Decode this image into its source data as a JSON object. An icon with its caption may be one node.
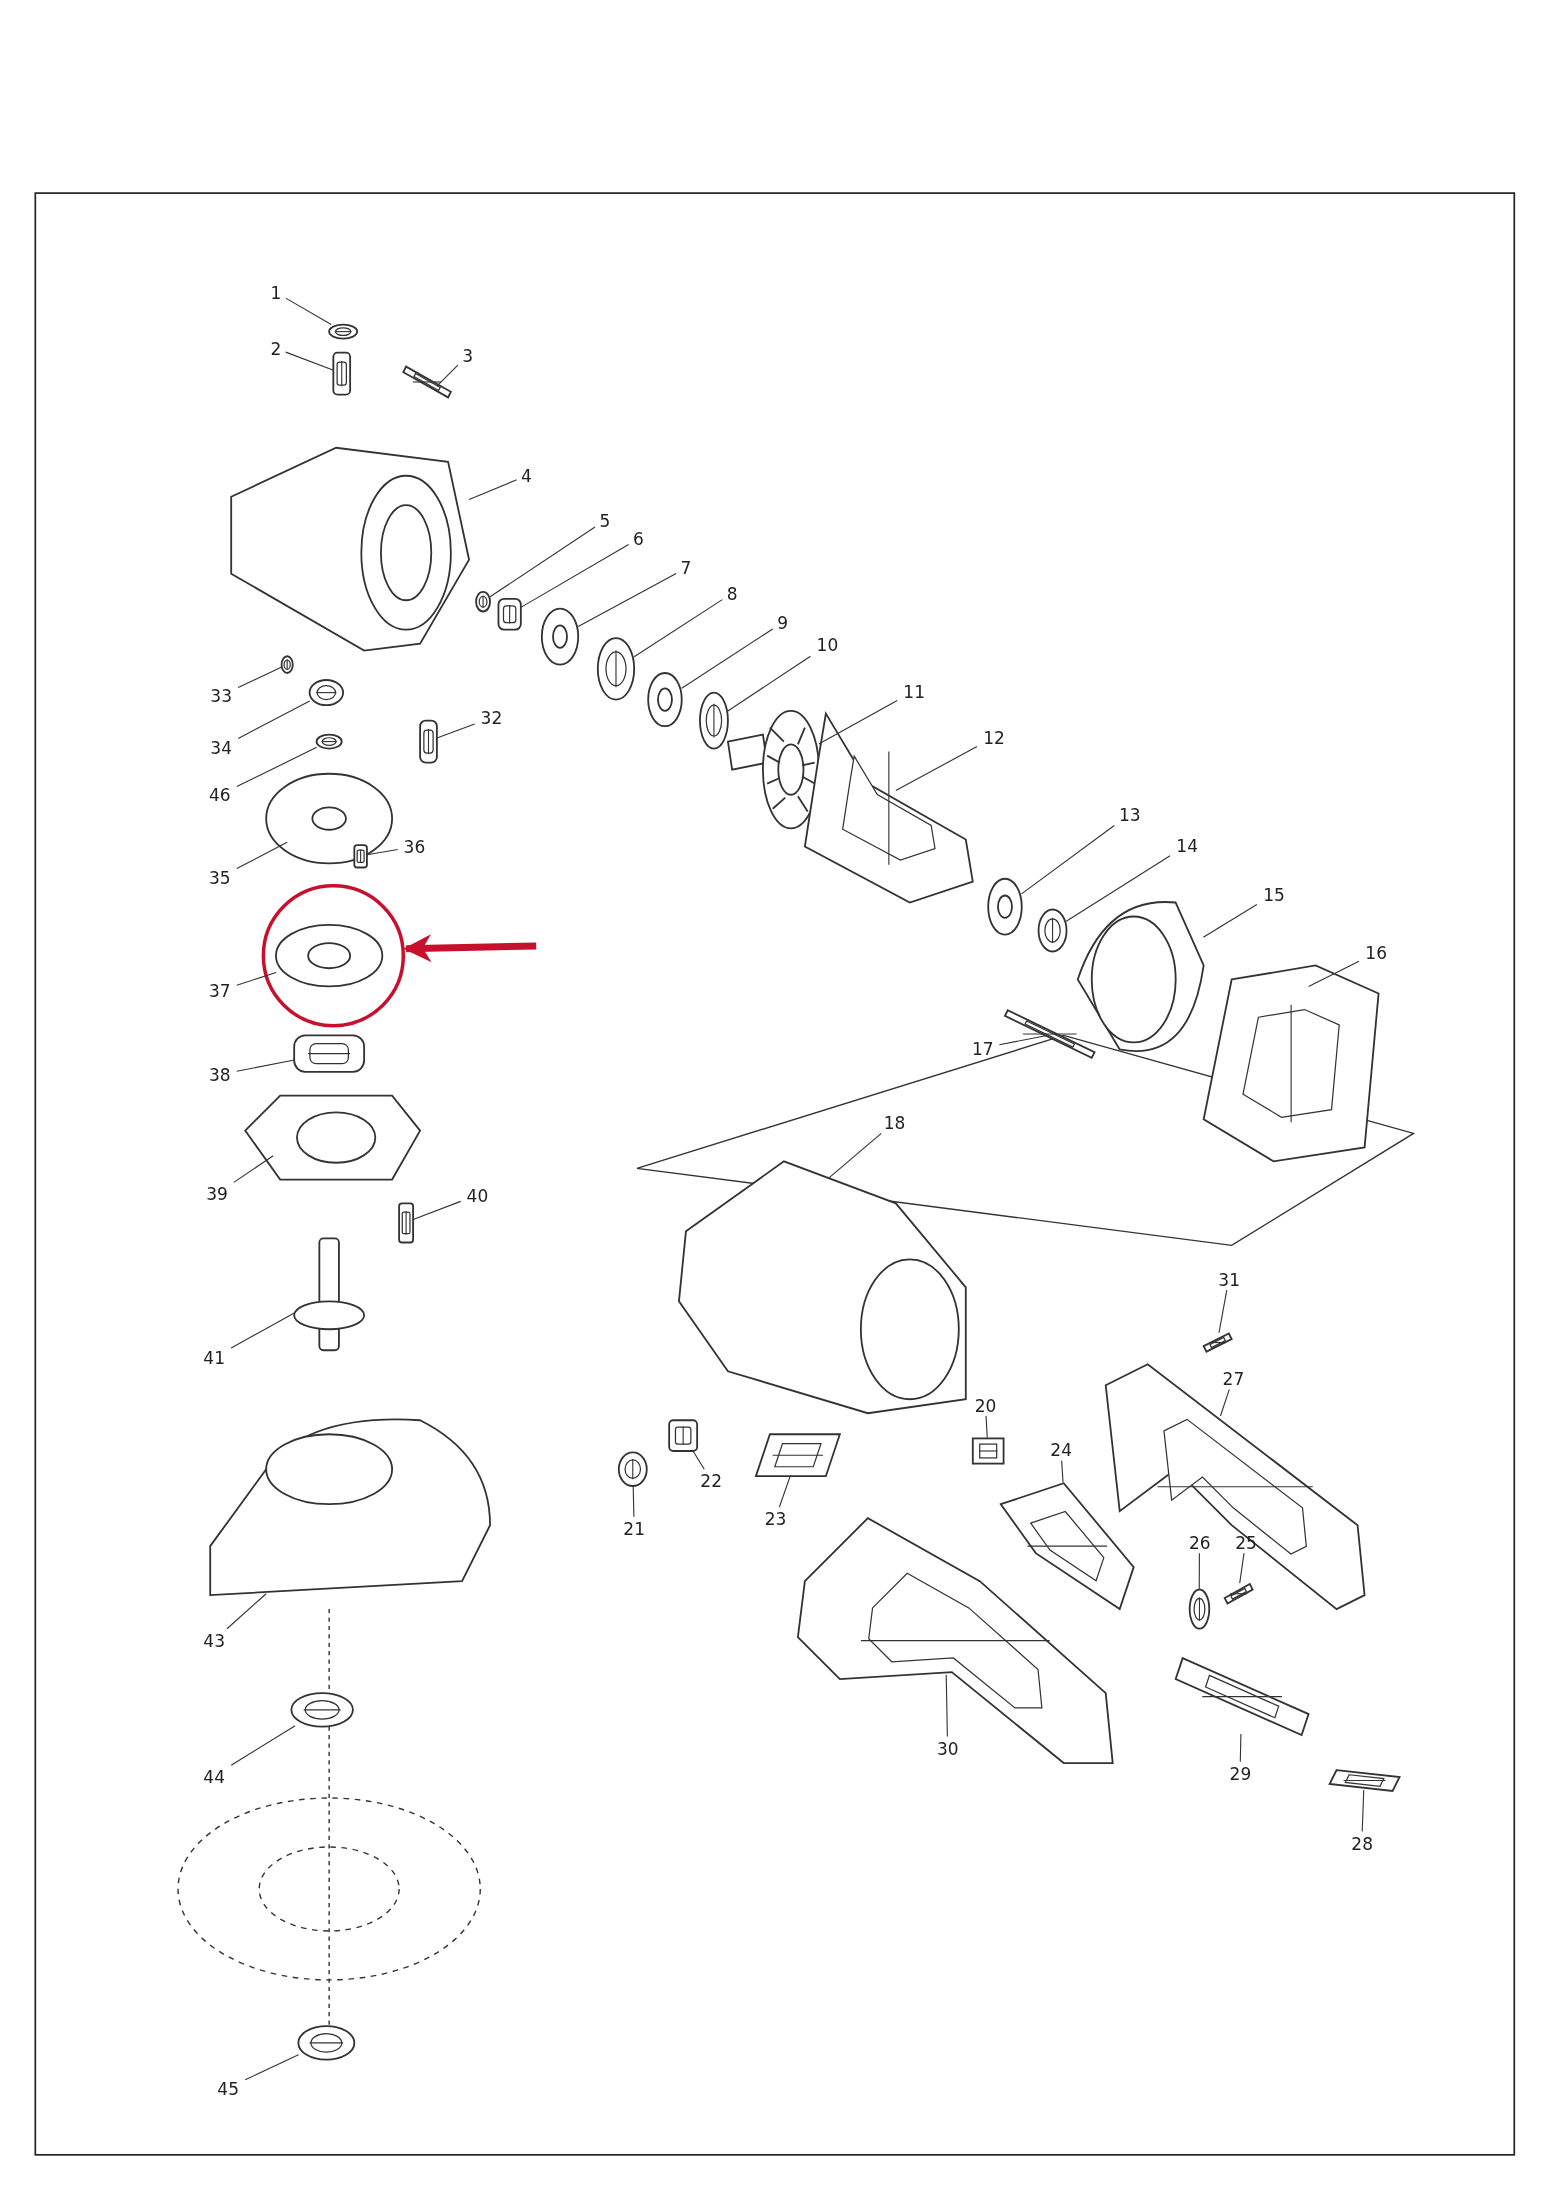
{
  "diagram": {
    "nodes": [
      {
        "text": [
          "1"
        ]
      },
      {
        "text": [
          "2"
        ]
      },
      {
        "text": [
          "3"
        ]
      },
      {
        "text": [
          "4"
        ]
      },
      {
        "text": [
          "5"
        ]
      },
      {
        "text": [
          "6"
        ]
      },
      {
        "text": [
          "7"
        ]
      },
      {
        "text": [
          "8"
        ]
      },
      {
        "text": [
          "9"
        ]
      },
      {
        "text": [
          "10"
        ]
      },
      {
        "text": [
          "11"
        ]
      },
      {
        "text": [
          "12"
        ]
      },
      {
        "text": [
          "13"
        ]
      },
      {
        "text": [
          "14"
        ]
      },
      {
        "text": [
          "15"
        ]
      },
      {
        "text": [
          "16"
        ]
      },
      {
        "text": [
          "17"
        ]
      },
      {
        "text": [
          "18"
        ]
      },
      {
        "text": [
          "20"
        ]
      },
      {
        "text": [
          "21"
        ]
      },
      {
        "text": [
          "22"
        ]
      },
      {
        "text": [
          "23"
        ]
      },
      {
        "text": [
          "24"
        ]
      },
      {
        "text": [
          "25"
        ]
      },
      {
        "text": [
          "26"
        ]
      },
      {
        "text": [
          "27"
        ]
      },
      {
        "text": [
          "28"
        ]
      },
      {
        "text": [
          "29"
        ]
      },
      {
        "text": [
          "30"
        ]
      },
      {
        "text": [
          "31"
        ]
      },
      {
        "text": [
          "32"
        ]
      },
      {
        "text": [
          "33"
        ]
      },
      {
        "text": [
          "34"
        ]
      },
      {
        "text": [
          "35"
        ]
      },
      {
        "text": [
          "36"
        ]
      },
      {
        "text": [
          "37"
        ]
      },
      {
        "text": [
          "38"
        ]
      },
      {
        "text": [
          "39"
        ]
      },
      {
        "text": [
          "40"
        ]
      },
      {
        "text": [
          "41"
        ]
      },
      {
        "text": [
          "43"
        ]
      },
      {
        "text": [
          "44"
        ]
      },
      {
        "text": [
          "45"
        ]
      },
      {
        "text": [
          "46"
        ]
      },
      {
        "text": [],
        "shape": "circle"
      },
      {
        "text": [],
        "shape": "picture"
      },
      {
        "text": [],
        "shape": "picture"
      },
      {
        "text": [],
        "shape": "picture"
      },
      {
        "text": [],
        "shape": "picture"
      },
      {
        "text": [],
        "shape": "picture"
      },
      {
        "text": [],
        "shape": "picture"
      },
      {
        "text": [],
        "shape": "picture"
      },
      {
        "text": [],
        "shape": "picture"
      },
      {
        "text": [],
        "shape": "picture"
      },
      {
        "text": [],
        "shape": "picture"
      },
      {
        "text": [],
        "shape": "picture"
      },
      {
        "text": [],
        "shape": "picture"
      },
      {
        "text": [],
        "shape": "picture"
      },
      {
        "text": [],
        "shape": "picture"
      },
      {
        "text": [],
        "shape": "picture"
      },
      {
        "text": [],
        "shape": "picture"
      },
      {
        "text": [],
        "shape": "picture"
      },
      {
        "text": [],
        "shape": "picture"
      },
      {
        "text": [],
        "shape": "picture"
      },
      {
        "text": [],
        "shape": "picture"
      },
      {
        "text": [],
        "shape": "picture"
      },
      {
        "text": [],
        "shape": "picture"
      },
      {
        "text": [],
        "shape": "picture"
      },
      {
        "text": [],
        "shape": "picture"
      },
      {
        "text": [],
        "shape": "picture"
      },
      {
        "text": [],
        "shape": "picture"
      },
      {
        "text": [],
        "shape": "picture"
      },
      {
        "text": [],
        "shape": "picture"
      },
      {
        "text": [],
        "shape": "picture"
      },
      {
        "text": [],
        "shape": "picture"
      },
      {
        "text": [],
        "shape": "picture"
      },
      {
        "text": [],
        "shape": "picture"
      },
      {
        "text": [],
        "shape": "picture"
      },
      {
        "text": [],
        "shape": "picture"
      },
      {
        "text": [],
        "shape": "picture"
      },
      {
        "text": [],
        "shape": "picture",
        "in": 44
      },
      {
        "text": [],
        "shape": "picture"
      },
      {
        "text": [],
        "shape": "picture"
      },
      {
        "text": [],
        "shape": "picture"
      },
      {
        "text": [],
        "shape": "picture"
      },
      {
        "text": [],
        "shape": "picture"
      },
      {
        "text": [],
        "shape": "picture"
      },
      {
        "text": [],
        "shape": "picture"
      },
      {
        "text": [],
        "shape": "picture"
      }
    ],
    "edges": [
      {
        "from": 0,
        "to": 45,
        "arrow": "none"
      },
      {
        "from": 1,
        "to": 46,
        "arrow": "none"
      },
      {
        "from": 2,
        "to": 47,
        "arrow": "none"
      },
      {
        "from": 3,
        "to": 48,
        "arrow": "none"
      },
      {
        "from": 4,
        "to": 49,
        "arrow": "none"
      },
      {
        "from": 5,
        "to": 50,
        "arrow": "none"
      },
      {
        "from": 6,
        "to": 51,
        "arrow": "none"
      },
      {
        "from": 7,
        "to": 52,
        "arrow": "none"
      },
      {
        "from": 8,
        "to": 53,
        "arrow": "none"
      },
      {
        "from": 9,
        "to": 54,
        "arrow": "none"
      },
      {
        "from": 10,
        "to": 55,
        "arrow": "none"
      },
      {
        "from": 11,
        "to": 56,
        "arrow": "none"
      },
      {
        "from": 12,
        "to": 57,
        "arrow": "none"
      },
      {
        "from": 13,
        "to": 58,
        "arrow": "none"
      },
      {
        "from": 14,
        "to": 59,
        "arrow": "none"
      },
      {
        "from": 15,
        "to": 60,
        "arrow": "none"
      },
      {
        "from": 16,
        "to": 61,
        "arrow": "none"
      },
      {
        "from": 17,
        "to": 62,
        "arrow": "none"
      },
      {
        "from": 18,
        "to": 63,
        "arrow": "none"
      },
      {
        "from": 19,
        "to": 64,
        "arrow": "none"
      },
      {
        "from": 20,
        "to": 65,
        "arrow": "none"
      },
      {
        "from": 21,
        "to": 66,
        "arrow": "none"
      },
      {
        "from": 22,
        "to": 67,
        "arrow": "none"
      },
      {
        "from": 23,
        "to": 68,
        "arrow": "none"
      },
      {
        "from": 24,
        "to": 69,
        "arrow": "none"
      },
      {
        "from": 25,
        "to": 70,
        "arrow": "none"
      },
      {
        "from": 26,
        "to": 71,
        "arrow": "none"
      },
      {
        "from": 27,
        "to": 72,
        "arrow": "none"
      },
      {
        "from": 28,
        "to": 73,
        "arrow": "none"
      },
      {
        "from": 29,
        "to": 74,
        "arrow": "none"
      },
      {
        "from": 30,
        "to": 75,
        "arrow": "none"
      },
      {
        "from": 31,
        "to": 76,
        "arrow": "none"
      },
      {
        "from": 32,
        "to": 77,
        "arrow": "none"
      },
      {
        "from": 33,
        "to": 78,
        "arrow": "none"
      },
      {
        "from": 34,
        "to": 79,
        "arrow": "none"
      },
      {
        "from": 35,
        "to": 80,
        "arrow": "none"
      },
      {
        "from": 36,
        "to": 81,
        "arrow": "none"
      },
      {
        "from": 37,
        "to": 82,
        "arrow": "none"
      },
      {
        "from": 38,
        "to": 83,
        "arrow": "none"
      },
      {
        "from": 39,
        "to": 84,
        "arrow": "none"
      },
      {
        "from": 40,
        "to": 85,
        "arrow": "none"
      },
      {
        "from": 41,
        "to": 86,
        "arrow": "none"
      },
      {
        "from": 42,
        "to": 87,
        "arrow": "none"
      },
      {
        "from": 43,
        "to": 88,
        "arrow": "none"
      },
      {
        "from": null,
        "to": 44,
        "arrow": "to",
        "style": "thick",
        "color": "#c8102e"
      }
    ]
  }
}
